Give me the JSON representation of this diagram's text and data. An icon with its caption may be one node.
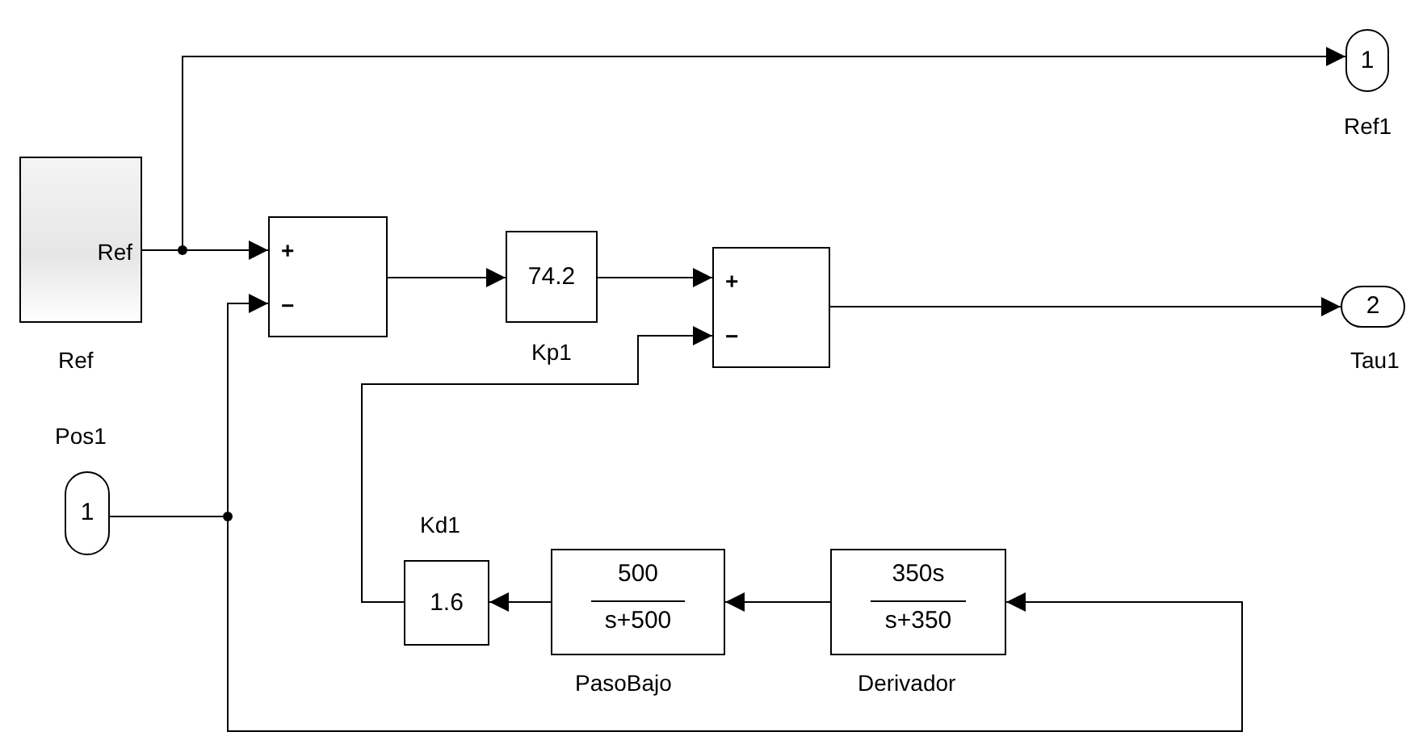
{
  "diagram": {
    "nodes": [
      {
        "text": [
          "Ref"
        ],
        "beside": [
          "Ref"
        ]
      },
      {
        "text": [
          "+",
          "−"
        ]
      },
      {
        "text": [
          "74.2"
        ],
        "beside": [
          "Kp1"
        ]
      },
      {
        "text": [
          "+",
          "−"
        ]
      },
      {
        "text": [
          "1"
        ],
        "beside": [
          "Ref1"
        ]
      },
      {
        "text": [
          "2"
        ],
        "beside": [
          "Tau1"
        ]
      },
      {
        "text": [
          "1"
        ],
        "beside": [
          "Pos1"
        ]
      },
      {
        "text": [
          "1.6"
        ],
        "beside": [
          "Kd1"
        ]
      },
      {
        "text": [
          "500",
          "s+500"
        ],
        "beside": [
          "PasoBajo"
        ]
      },
      {
        "text": [
          "350s",
          "s+350"
        ],
        "beside": [
          "Derivador"
        ]
      }
    ],
    "edges": [
      {
        "from": 0,
        "to": 1,
        "arrow": "to"
      },
      {
        "from": 0,
        "to": 4,
        "arrow": "to"
      },
      {
        "from": 1,
        "to": 2,
        "arrow": "to"
      },
      {
        "from": 2,
        "to": 3,
        "arrow": "to"
      },
      {
        "from": 3,
        "to": 5,
        "arrow": "to"
      },
      {
        "from": 6,
        "to": 1,
        "arrow": "to"
      },
      {
        "from": 6,
        "to": 9,
        "arrow": "to"
      },
      {
        "from": 9,
        "to": 8,
        "arrow": "to"
      },
      {
        "from": 8,
        "to": 7,
        "arrow": "to"
      },
      {
        "from": 7,
        "to": 3,
        "arrow": "to"
      }
    ]
  }
}
